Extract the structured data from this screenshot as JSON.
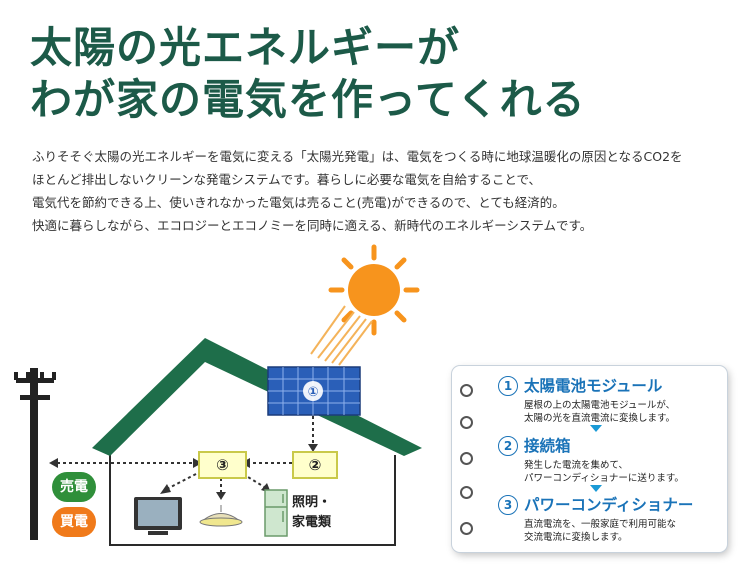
{
  "title": {
    "line1": "太陽の光エネルギーが",
    "line2": "わが家の電気を作ってくれる"
  },
  "intro": [
    "ふりそそぐ太陽の光エネルギーを電気に変える「太陽光発電」は、電気をつくる時に地球温暖化の原因となるCO2を",
    "ほとんど排出しないクリーンな発電システムです。暮らしに必要な電気を自給することで、",
    "電気代を節約できる上、使いきれなかった電気は売ること(売電)ができるので、とても経済的。",
    "快適に暮らしながら、エコロジーとエコノミーを同時に適える、新時代のエネルギーシステムです。"
  ],
  "diagram": {
    "panel_label": "①",
    "box2_label": "②",
    "box3_label": "③",
    "sell_label": "売電",
    "buy_label": "買電",
    "appliance_label_line1": "照明・",
    "appliance_label_line2": "家電類",
    "colors": {
      "roof": "#1e6e4a",
      "panel": "#2a5fb8",
      "sun": "#f7941d",
      "sell": "#2f8f3a",
      "buy": "#f07a1a"
    }
  },
  "legend": {
    "steps": [
      {
        "num": "1",
        "title": "太陽電池モジュール",
        "desc1": "屋根の上の太陽電池モジュールが、",
        "desc2": "太陽の光を直流電流に変換します。"
      },
      {
        "num": "2",
        "title": "接続箱",
        "desc1": "発生した電流を集めて、",
        "desc2": "パワーコンディショナーに送ります。"
      },
      {
        "num": "3",
        "title": "パワーコンディショナー",
        "desc1": "直流電流を、一般家庭で利用可能な",
        "desc2": "交流電流に変換します。"
      }
    ]
  }
}
